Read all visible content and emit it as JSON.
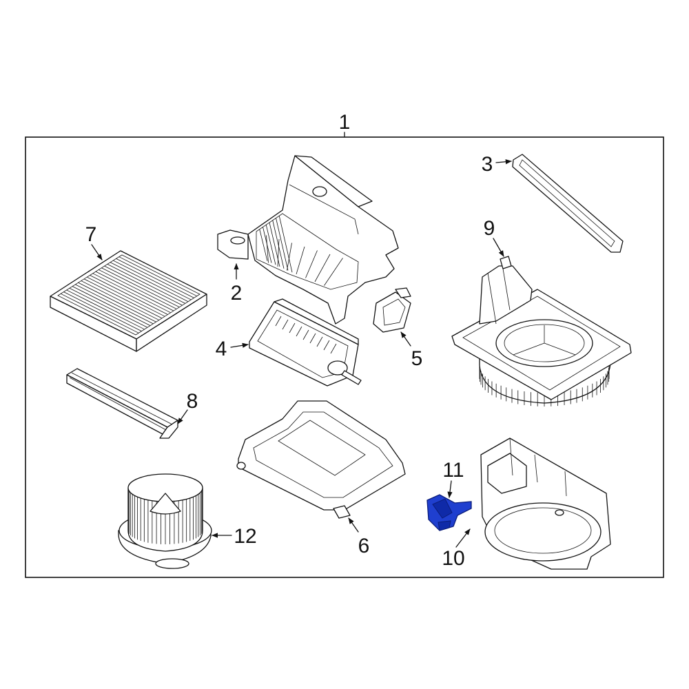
{
  "diagram": {
    "assembly_label": "1",
    "highlight_color": "#1f3fcf",
    "parts": [
      {
        "id": "2",
        "label": "2"
      },
      {
        "id": "3",
        "label": "3"
      },
      {
        "id": "4",
        "label": "4"
      },
      {
        "id": "5",
        "label": "5"
      },
      {
        "id": "6",
        "label": "6"
      },
      {
        "id": "7",
        "label": "7"
      },
      {
        "id": "8",
        "label": "8"
      },
      {
        "id": "9",
        "label": "9"
      },
      {
        "id": "10",
        "label": "10"
      },
      {
        "id": "11",
        "label": "11"
      },
      {
        "id": "12",
        "label": "12",
        "highlighted": true
      }
    ]
  }
}
